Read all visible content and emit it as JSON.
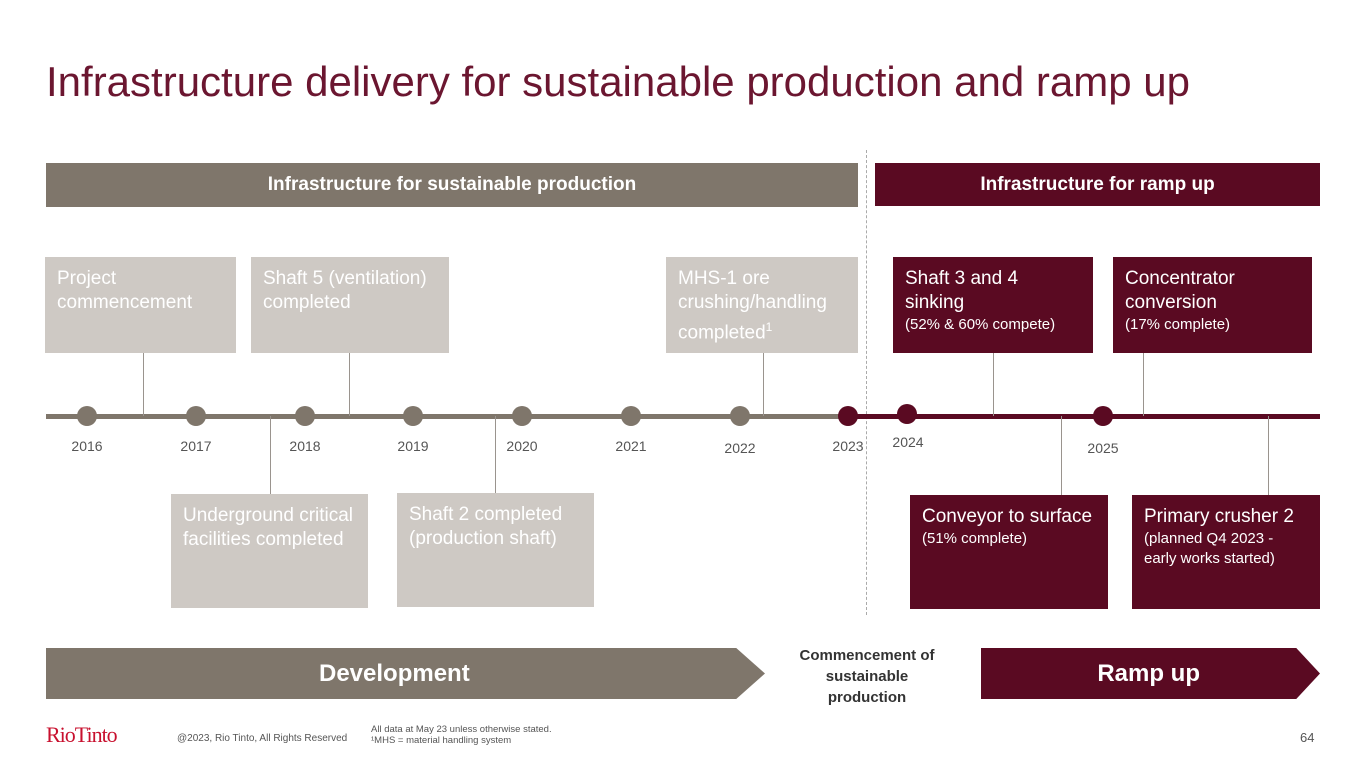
{
  "title": "Infrastructure delivery for sustainable production and ramp up",
  "headers": {
    "left": "Infrastructure for sustainable production",
    "right": "Infrastructure for ramp up"
  },
  "years": [
    "2016",
    "2017",
    "2018",
    "2019",
    "2020",
    "2021",
    "2022",
    "2023",
    "2024",
    "2025"
  ],
  "milestones_top": [
    {
      "text": "Project commencement"
    },
    {
      "text": "Shaft 5 (ventilation) completed"
    },
    {
      "text": "MHS-1 ore crushing/handling completed",
      "sup": "1"
    },
    {
      "text": "Shaft 3 and 4 sinking",
      "sub": "(52% & 60% compete)"
    },
    {
      "text": "Concentrator conversion",
      "sub": "(17% complete)"
    }
  ],
  "milestones_bottom": [
    {
      "text": "Underground critical facilities completed"
    },
    {
      "text": "Shaft 2 completed (production shaft)"
    },
    {
      "text": "Conveyor to surface",
      "sub": "(51% complete)"
    },
    {
      "text": "Primary crusher 2",
      "sub": "(planned Q4 2023 - early works started)"
    }
  ],
  "phases": {
    "development": "Development",
    "commencement": "Commencement of sustainable production",
    "ramp": "Ramp up"
  },
  "footer": {
    "logo": "RioTinto",
    "copyright": "@2023, Rio Tinto, All Rights Reserved",
    "note1": "All data at May 23 unless otherwise stated.",
    "note2": "¹MHS = material handling system",
    "page": "64"
  },
  "colors": {
    "maroon": "#5a0a22",
    "gray": "#7f766b",
    "light": "#cec9c4"
  }
}
